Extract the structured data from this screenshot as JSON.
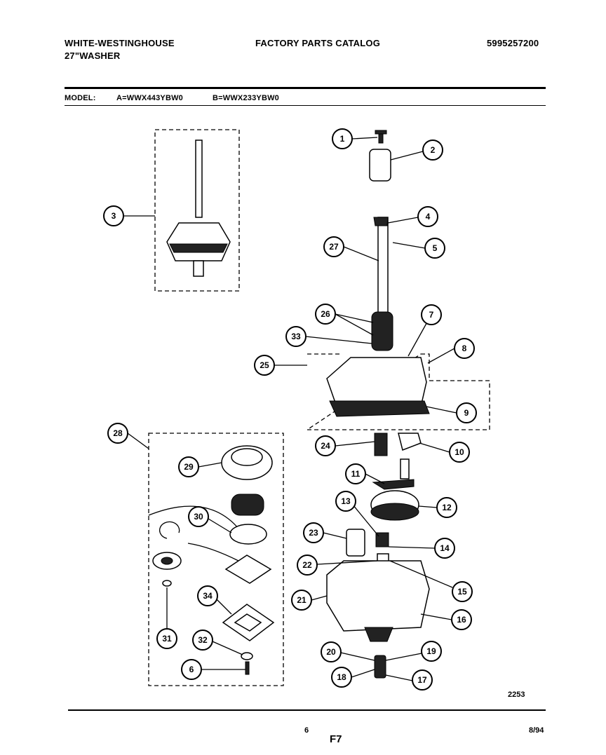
{
  "header": {
    "brand": "WHITE-WESTINGHOUSE",
    "product": "27\"WASHER",
    "catalog_title": "FACTORY PARTS CATALOG",
    "catalog_number": "5995257200"
  },
  "models": {
    "label": "MODEL:",
    "a": "A=WWX443YBW0",
    "b": "B=WWX233YBW0"
  },
  "callouts": [
    "1",
    "2",
    "3",
    "4",
    "5",
    "27",
    "26",
    "7",
    "33",
    "8",
    "25",
    "9",
    "28",
    "24",
    "10",
    "29",
    "11",
    "13",
    "12",
    "30",
    "23",
    "14",
    "22",
    "15",
    "21",
    "16",
    "34",
    "31",
    "32",
    "6",
    "20",
    "19",
    "18",
    "17"
  ],
  "figure_code": "2253",
  "footer": {
    "page": "6",
    "figure": "F7",
    "date": "8/94"
  },
  "colors": {
    "ink": "#000000",
    "paper": "#ffffff"
  }
}
